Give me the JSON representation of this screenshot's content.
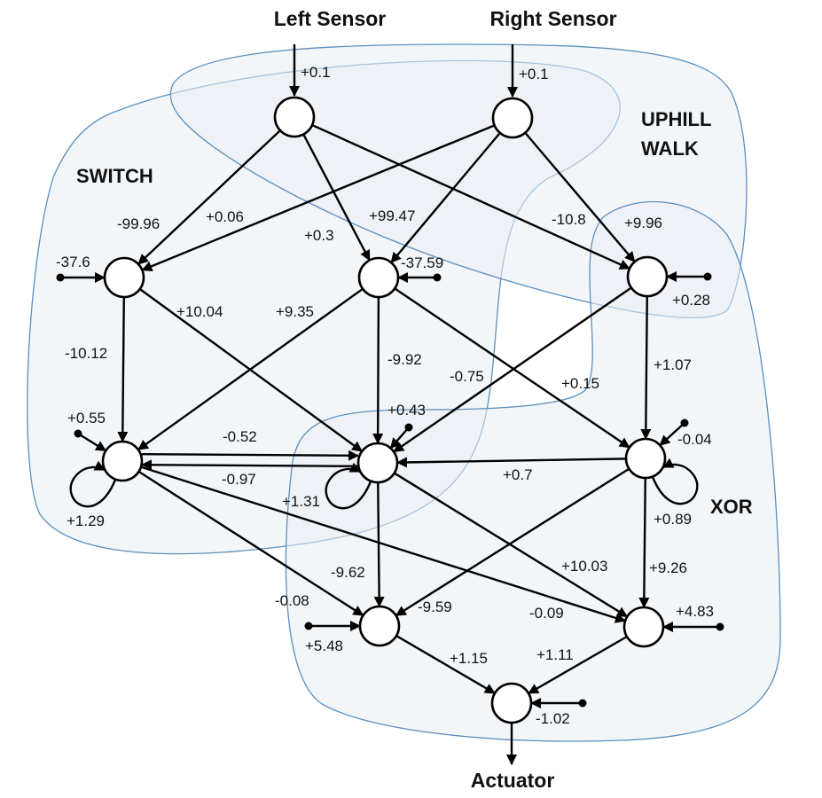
{
  "labels": {
    "left_sensor": "Left Sensor",
    "right_sensor": "Right Sensor",
    "actuator": "Actuator"
  },
  "modules": {
    "switch": "SWITCH",
    "uphill_walk_line1": "UPHILL",
    "uphill_walk_line2": "WALK",
    "xor": "XOR"
  },
  "weights": {
    "left_in": "+0.1",
    "right_in": "+0.1",
    "l_to_h1": "-99.96",
    "r_to_h1": "+0.06",
    "l_to_h2": "+0.3",
    "r_to_h2": "+99.47",
    "l_to_h3": "-10.8",
    "r_to_h3": "+9.96",
    "bias_h1": "-37.6",
    "bias_h2": "-37.59",
    "bias_h3": "+0.28",
    "h1_to_m1": "-10.12",
    "h1_to_m2": "+10.04",
    "h2_to_m1": "+9.35",
    "h2_to_m2": "-9.92",
    "h2_to_m3": "+0.15",
    "h3_to_m2": "-0.75",
    "h3_to_m3": "+1.07",
    "bias_m1": "+0.55",
    "bias_m2": "+0.43",
    "bias_m3": "-0.04",
    "m1_to_m2": "-0.52",
    "m2_to_m1": "-0.97",
    "m3_to_m2": "+0.7",
    "self_m1": "+1.29",
    "self_m2": "+1.31",
    "self_m3": "+0.89",
    "m2_to_b1": "-9.62",
    "m1_to_b1": "-0.08",
    "m3_to_b1": "-9.59",
    "m2_to_b2": "+10.03",
    "m1_to_b2": "-0.09",
    "m3_to_b2": "+9.26",
    "bias_b1": "+5.48",
    "bias_b2": "+4.83",
    "b1_to_out": "+1.15",
    "b2_to_out": "+1.11",
    "bias_out": "-1.02"
  }
}
